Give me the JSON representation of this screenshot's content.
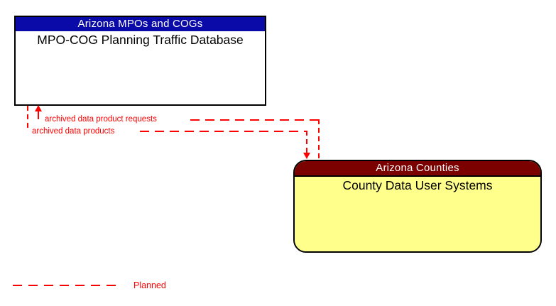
{
  "diagram": {
    "nodes": [
      {
        "title": "Arizona MPOs and COGs",
        "subtitle": "MPO-COG Planning Traffic Database",
        "shape": "rectangle",
        "header_bg": "#0A0AA8",
        "header_text_color": "#FFFFFF",
        "body_bg": "#FFFFFF",
        "body_text_color": "#000000"
      },
      {
        "title": "Arizona Counties",
        "subtitle": "County Data User Systems",
        "shape": "rounded-rectangle",
        "header_bg": "#7B0000",
        "header_text_color": "#FFFFFF",
        "body_bg": "#FFFF8C",
        "body_text_color": "#000000"
      }
    ],
    "flows": [
      {
        "label": "archived data product requests",
        "arrow_direction": "up-into-top-box",
        "line_style": "dashed",
        "color": "#FF0000"
      },
      {
        "label": "archived data products",
        "arrow_direction": "down-into-bottom-box",
        "line_style": "dashed",
        "color": "#FF0000"
      }
    ],
    "legend": {
      "label": "Planned",
      "line_style": "dashed",
      "line_color": "#FF0000"
    }
  }
}
